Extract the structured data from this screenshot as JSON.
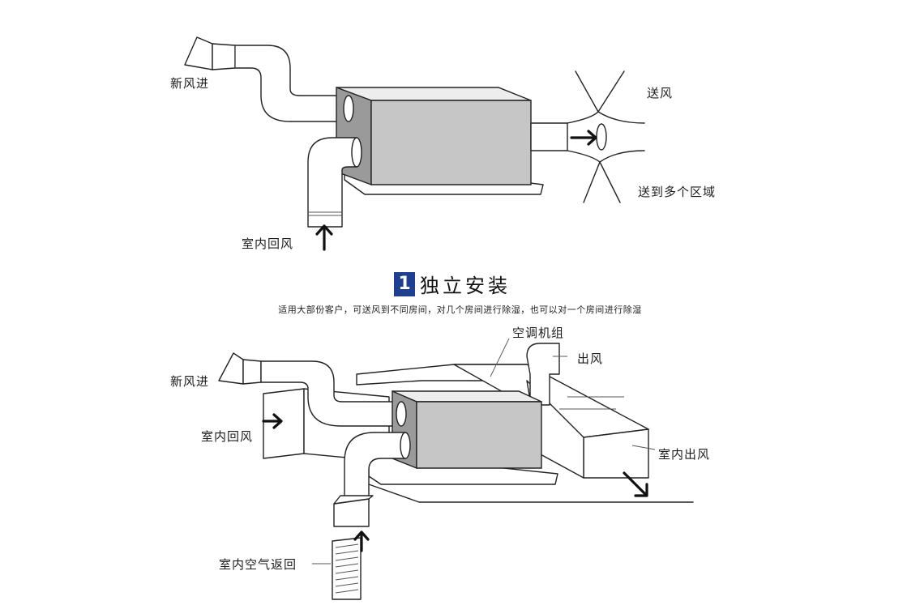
{
  "top_diagram": {
    "fresh_air_in": "新风进",
    "supply_air": "送风",
    "supply_to_zones": "送到多个区域",
    "indoor_return": "室内回风"
  },
  "section": {
    "number": "1",
    "title": "独立安装",
    "description": "适用大部份客户，可送风到不同房间，对几个房间进行除湿，也可以对一个房间进行除湿"
  },
  "bottom_diagram": {
    "ac_unit": "空调机组",
    "outlet": "出风",
    "fresh_air_in": "新风进",
    "indoor_return": "室内回风",
    "indoor_outlet": "室内出风",
    "indoor_air_return": "室内空气返回"
  },
  "colors": {
    "badge": "#1e3f8f",
    "unit_front": "#c6c6c6"
  }
}
